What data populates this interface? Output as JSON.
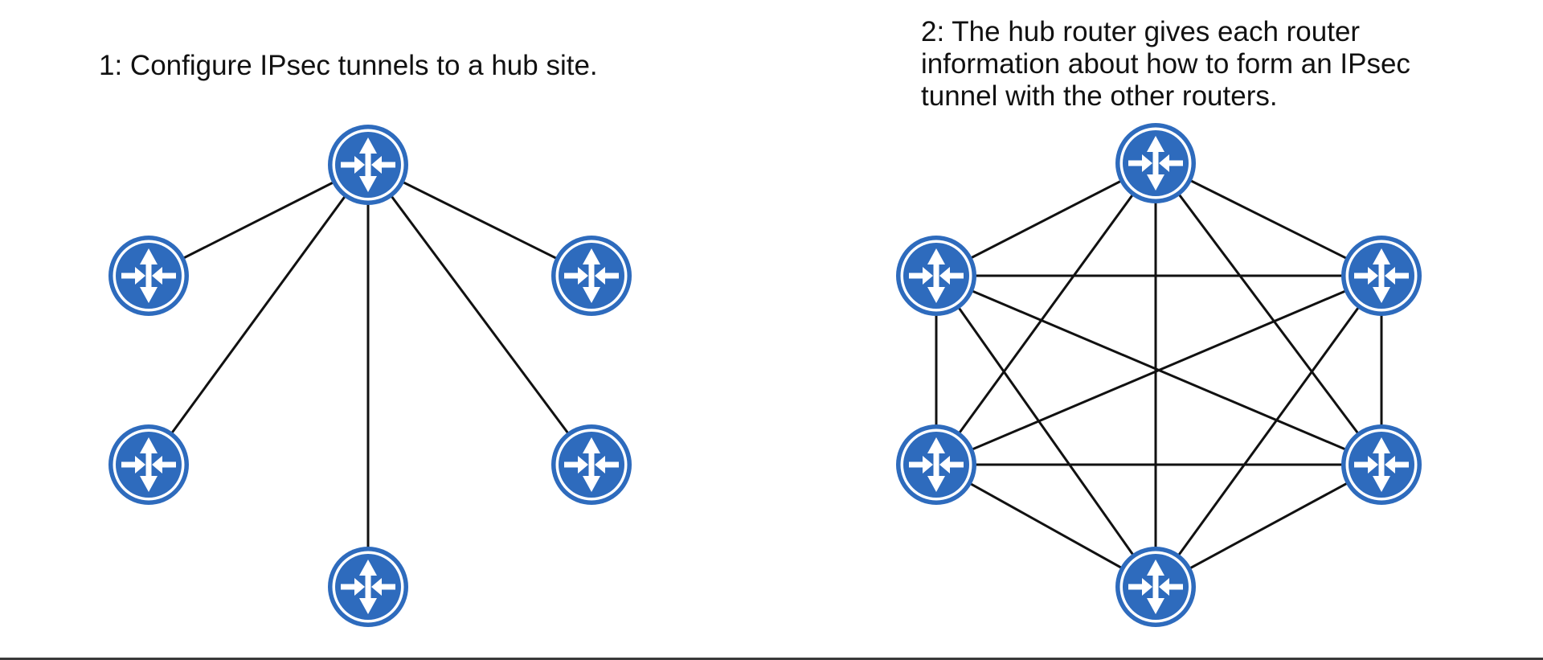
{
  "left_panel": {
    "caption": "1: Configure IPsec tunnels to a hub site."
  },
  "right_panel": {
    "caption_lines": [
      "2: The hub router gives each router",
      "information about how to form an IPsec",
      "tunnel with the other routers."
    ]
  },
  "colors": {
    "router_fill": "#2e6bbd",
    "router_symbol": "#ffffff",
    "link": "#111111",
    "background": "#ffffff"
  },
  "icons": {
    "router": "router-icon"
  }
}
